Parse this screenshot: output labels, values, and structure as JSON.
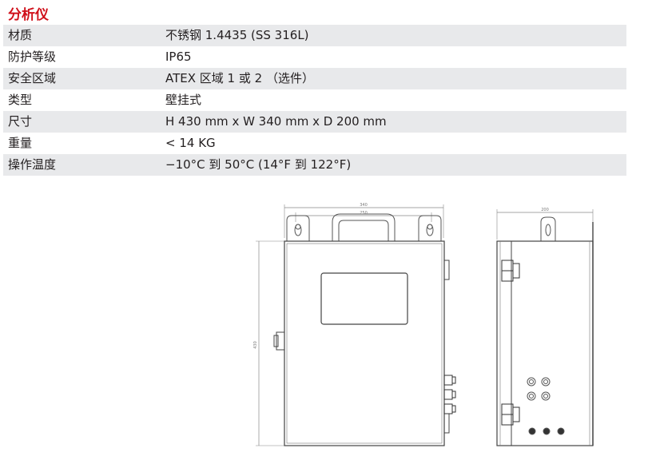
{
  "title": "分析仪",
  "specs": [
    {
      "label": "材质",
      "value": "不锈钢 1.4435 (SS 316L)"
    },
    {
      "label": "防护等级",
      "value": "IP65"
    },
    {
      "label": "安全区域",
      "value": "ATEX 区域 1 或 2 （选件）"
    },
    {
      "label": "类型",
      "value": "壁挂式"
    },
    {
      "label": "尺寸",
      "value": "H 430 mm x W 340 mm x D 200 mm"
    },
    {
      "label": "重量",
      "value": "< 14 KG"
    },
    {
      "label": "操作温度",
      "value": "−10°C 到 50°C (14°F 到 122°F)"
    }
  ],
  "drawing": {
    "dim_width": "340",
    "dim_hole_spacing": "250",
    "dim_height": "430",
    "dim_depth": "200"
  }
}
